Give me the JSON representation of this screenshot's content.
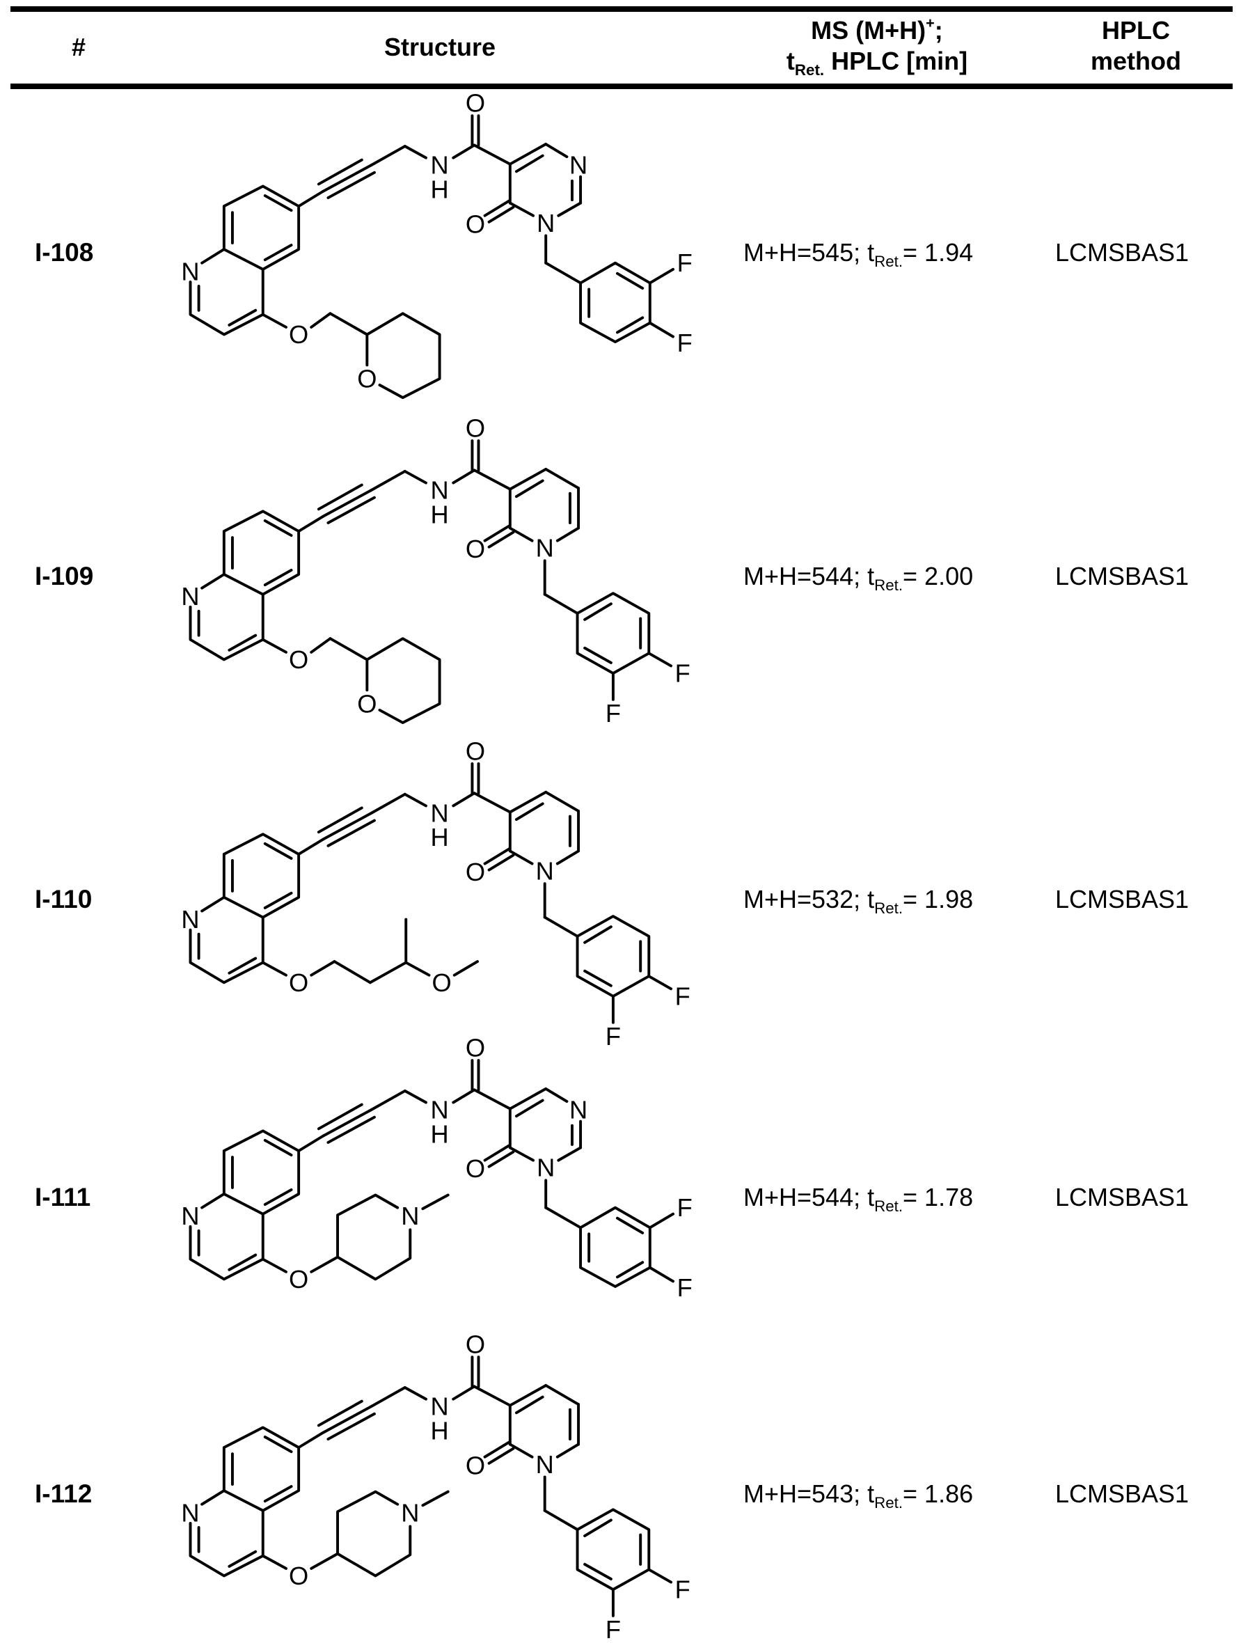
{
  "table": {
    "header": {
      "id_col": "#",
      "structure_col": "Structure",
      "ms_col": {
        "line1_prefix": "MS (M+H)",
        "line1_sup": "+",
        "line1_suffix": ";",
        "line2_t": "t",
        "line2_sub": "Ret.",
        "line2_suffix": " HPLC [min]"
      },
      "method_col": {
        "line1": "HPLC",
        "line2": "method"
      }
    },
    "rows": [
      {
        "id": "I-108",
        "structure": {
          "core": "6-(3-aminoprop-1-ynyl)quinolin-4-yl ether",
          "ether_substituent": "(tetrahydropyran-2-yl)methoxy",
          "acyl_ring": "6-oxo-1,6-dihydropyrimidine-5-carboxamide",
          "benzyl": "3,4-difluorobenzyl"
        },
        "ms_prefix": "M+H=545; t",
        "ms_sub": "Ret.",
        "ms_suffix": "= 1.94",
        "method": "LCMSBAS1"
      },
      {
        "id": "I-109",
        "structure": {
          "core": "6-(3-aminoprop-1-ynyl)quinolin-4-yl ether",
          "ether_substituent": "(tetrahydropyran-2-yl)methoxy",
          "acyl_ring": "2-oxo-1,2-dihydropyridine-3-carboxamide",
          "benzyl": "3,4-difluorobenzyl"
        },
        "ms_prefix": "M+H=544; t",
        "ms_sub": "Ret.",
        "ms_suffix": "= 2.00",
        "method": "LCMSBAS1"
      },
      {
        "id": "I-110",
        "structure": {
          "core": "6-(3-aminoprop-1-ynyl)quinolin-4-yl ether",
          "ether_substituent": "3-methoxybutoxy",
          "acyl_ring": "2-oxo-1,2-dihydropyridine-3-carboxamide",
          "benzyl": "3,4-difluorobenzyl"
        },
        "ms_prefix": "M+H=532; t",
        "ms_sub": "Ret.",
        "ms_suffix": "= 1.98",
        "method": "LCMSBAS1"
      },
      {
        "id": "I-111",
        "structure": {
          "core": "6-(3-aminoprop-1-ynyl)quinolin-4-yl ether",
          "ether_substituent": "1-methylpiperidin-4-yloxy",
          "acyl_ring": "6-oxo-1,6-dihydropyrimidine-5-carboxamide",
          "benzyl": "3,4-difluorobenzyl"
        },
        "ms_prefix": "M+H=544; t",
        "ms_sub": "Ret.",
        "ms_suffix": "= 1.78",
        "method": "LCMSBAS1"
      },
      {
        "id": "I-112",
        "structure": {
          "core": "6-(3-aminoprop-1-ynyl)quinolin-4-yl ether",
          "ether_substituent": "1-methylpiperidin-4-yloxy",
          "acyl_ring": "2-oxo-1,2-dihydropyridine-3-carboxamide",
          "benzyl": "3,4-difluorobenzyl"
        },
        "ms_prefix": "M+H=543; t",
        "ms_sub": "Ret.",
        "ms_suffix": "= 1.86",
        "method": "LCMSBAS1"
      }
    ]
  },
  "atom_labels": {
    "N": "N",
    "O": "O",
    "H": "H",
    "F": "F"
  }
}
